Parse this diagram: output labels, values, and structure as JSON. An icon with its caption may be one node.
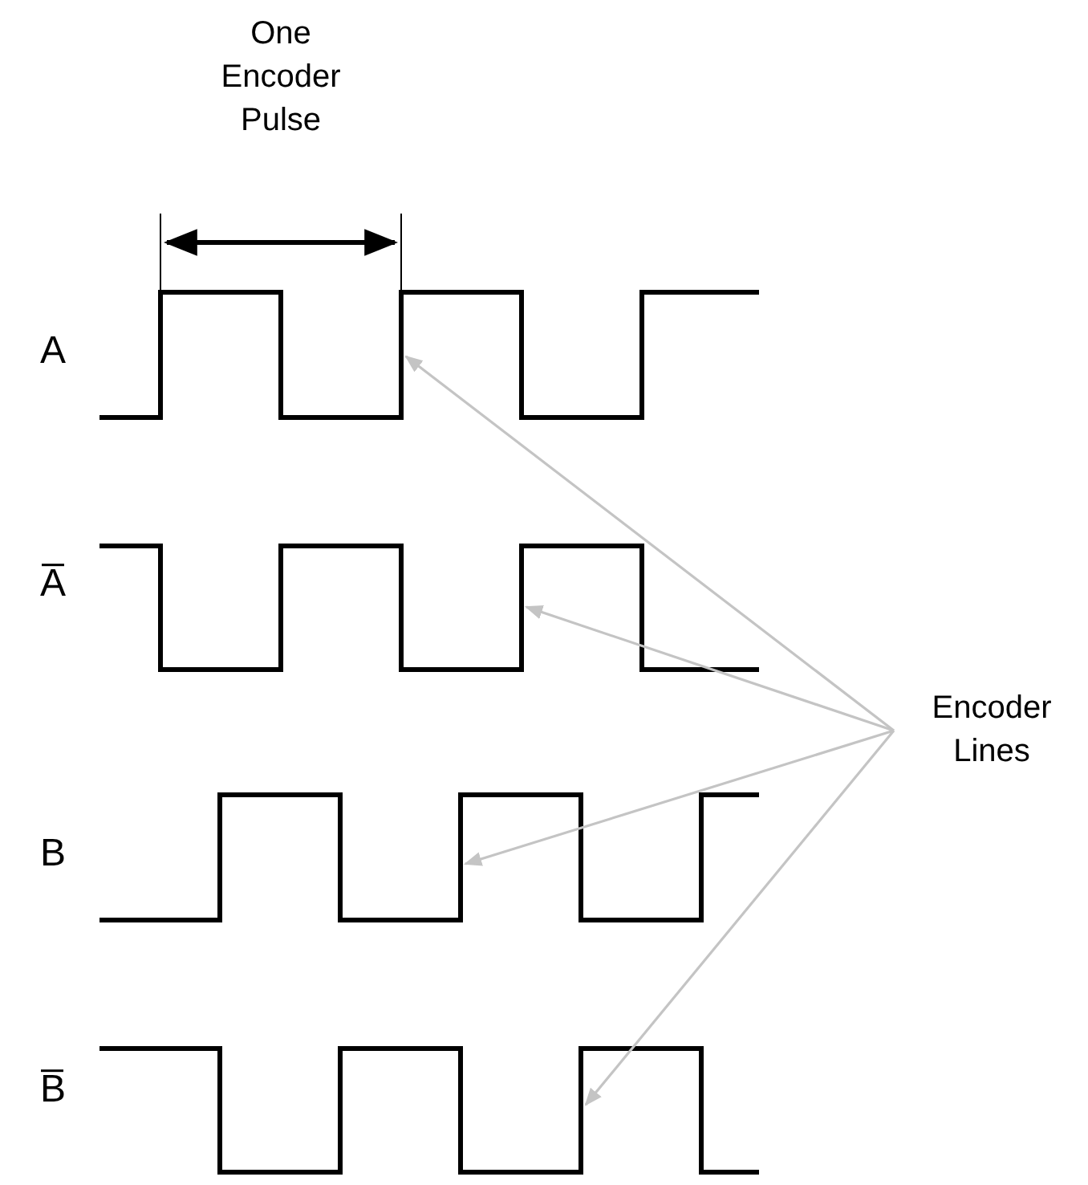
{
  "diagram": {
    "nodes": [
      {
        "text": [
          "Encoder Lines"
        ]
      },
      {
        "text": [],
        "shape": "line"
      },
      {
        "text": [],
        "shape": "line"
      },
      {
        "text": [],
        "shape": "line"
      },
      {
        "text": [],
        "shape": "line"
      }
    ],
    "edges": [
      {
        "from": 0,
        "to": 1,
        "arrow": "to"
      },
      {
        "from": 0,
        "to": 2,
        "arrow": "to"
      },
      {
        "from": 0,
        "to": 3,
        "arrow": "to"
      },
      {
        "from": 0,
        "to": 4,
        "arrow": "to"
      }
    ],
    "labels": [
      "One Encoder Pulse",
      "A",
      "A̅",
      "B",
      "B̅"
    ]
  }
}
